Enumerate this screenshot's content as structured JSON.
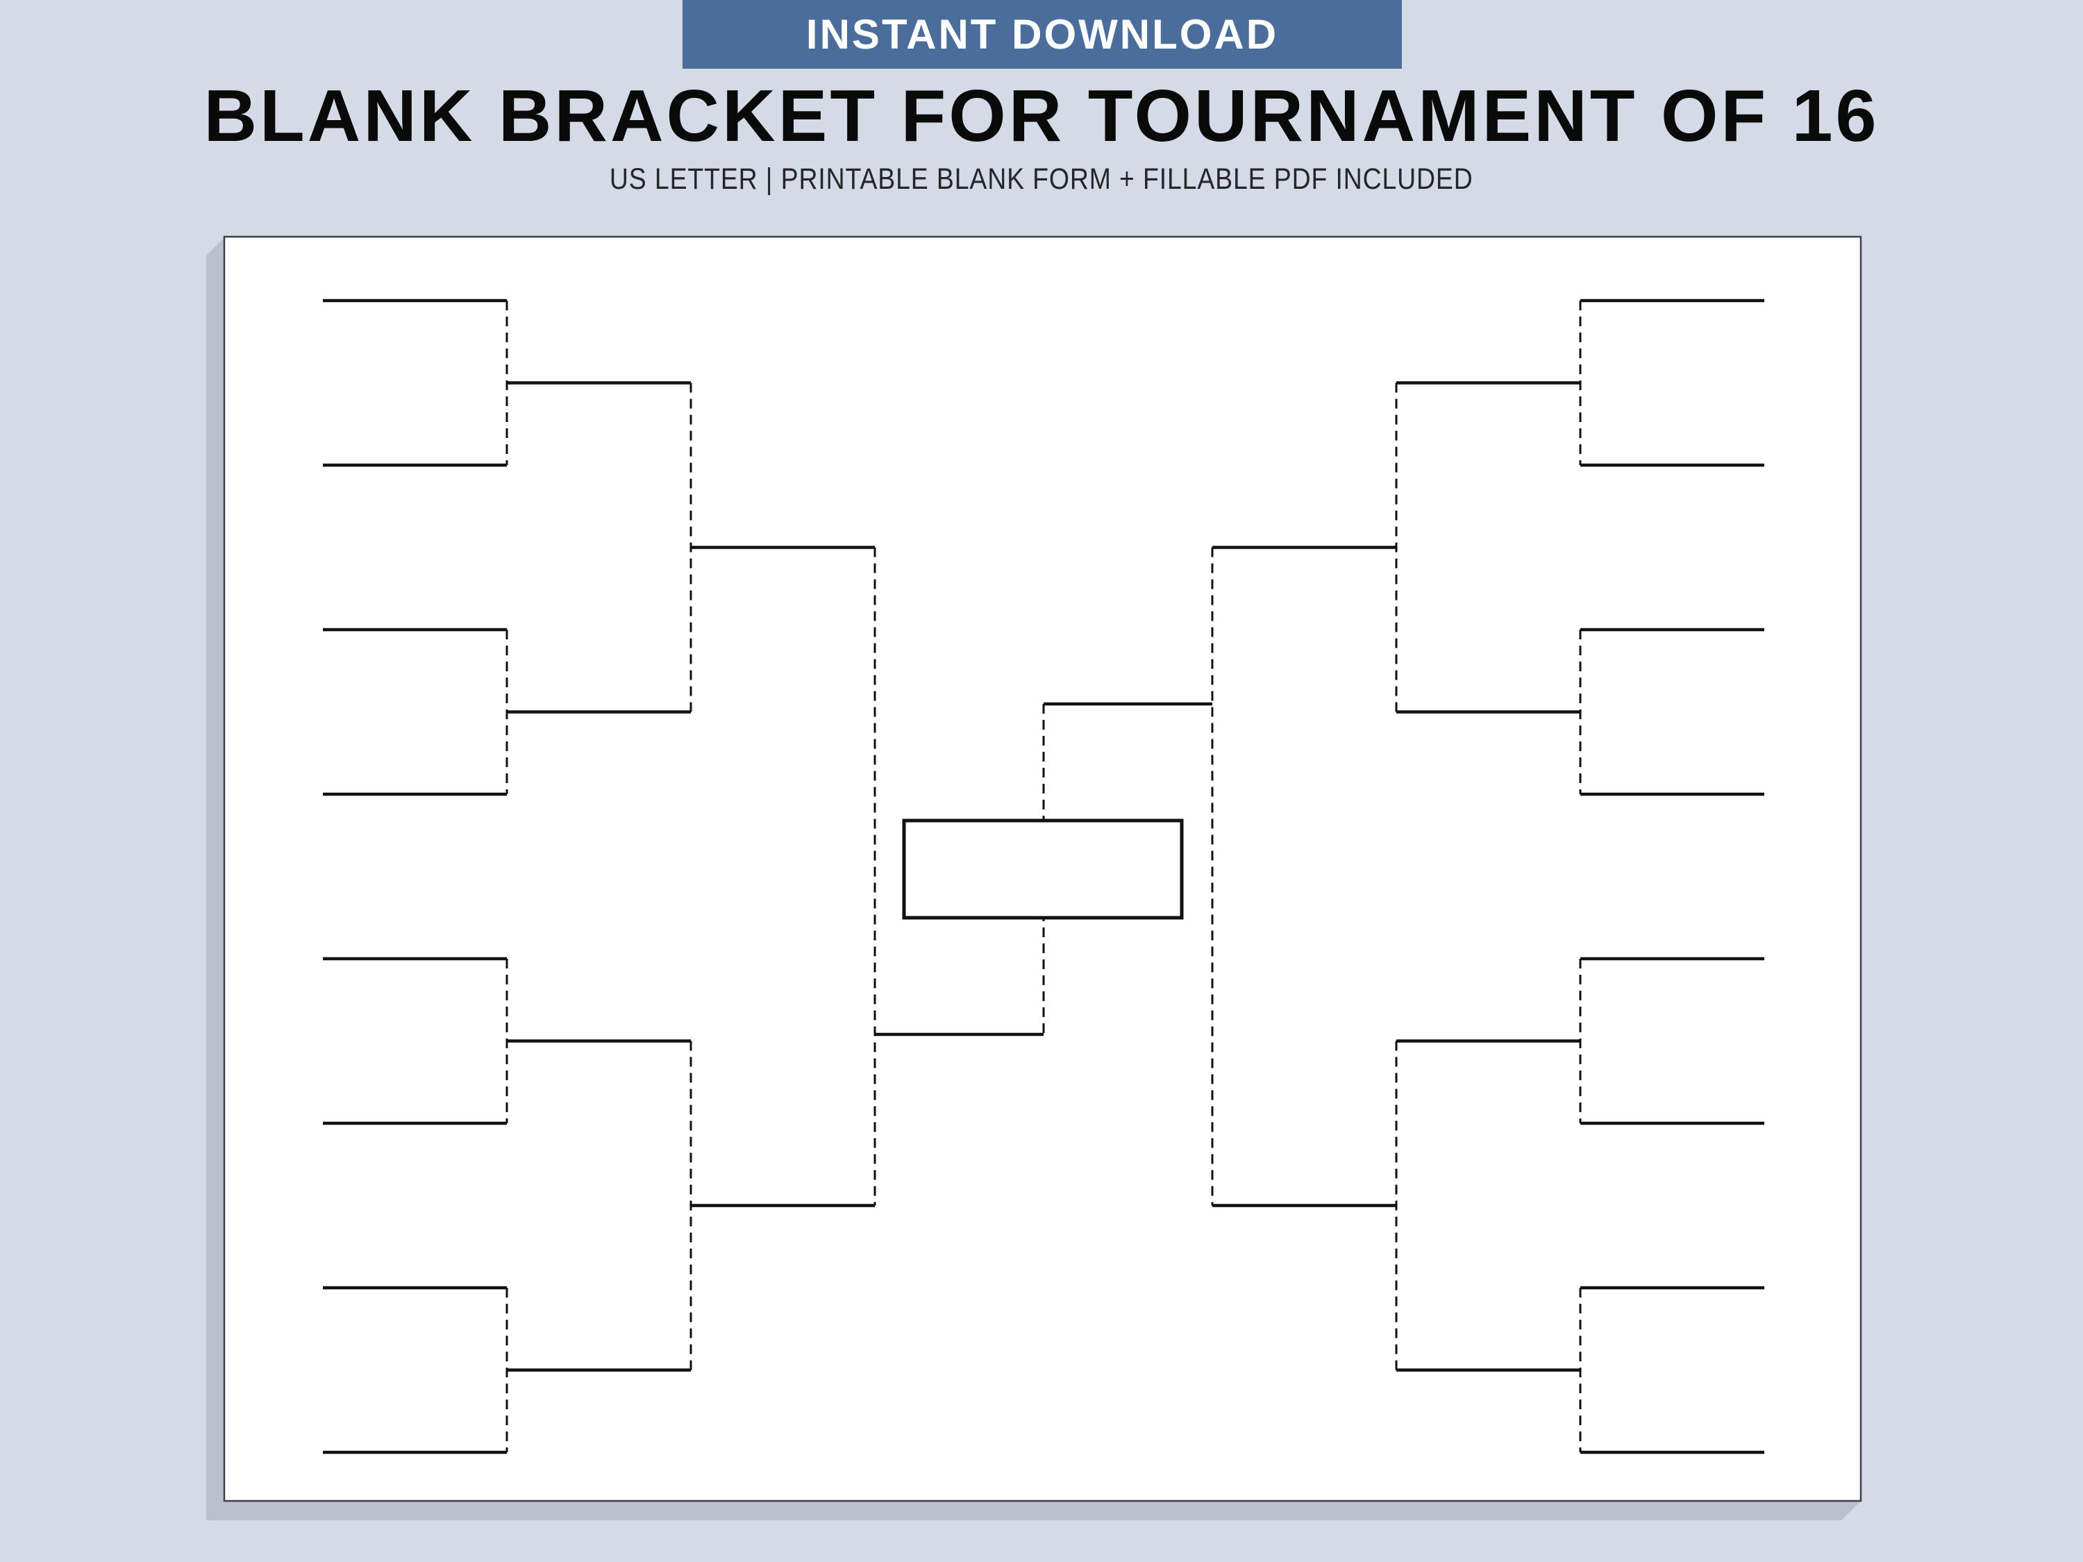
{
  "banner": {
    "label": "INSTANT DOWNLOAD"
  },
  "heading": {
    "title": "BLANK BRACKET FOR TOURNAMENT OF 16",
    "subtitle": "US LETTER  | PRINTABLE BLANK FORM + FILLABLE PDF INCLUDED"
  },
  "bracket": {
    "team_slots": 16,
    "first_round_matches_per_side": 4,
    "rounds_per_side": 3,
    "sides": 2,
    "champion_box_label": ""
  },
  "colors": {
    "background": "#d5dbe6",
    "banner": "#4b6d9c",
    "banner_text": "#ffffff",
    "paper": "#ffffff",
    "paper_edge": "#39404e",
    "shadow": "#bbc1cc",
    "line": "#111111",
    "title_text": "#0a0a0a",
    "subtitle_text": "#26262a"
  }
}
